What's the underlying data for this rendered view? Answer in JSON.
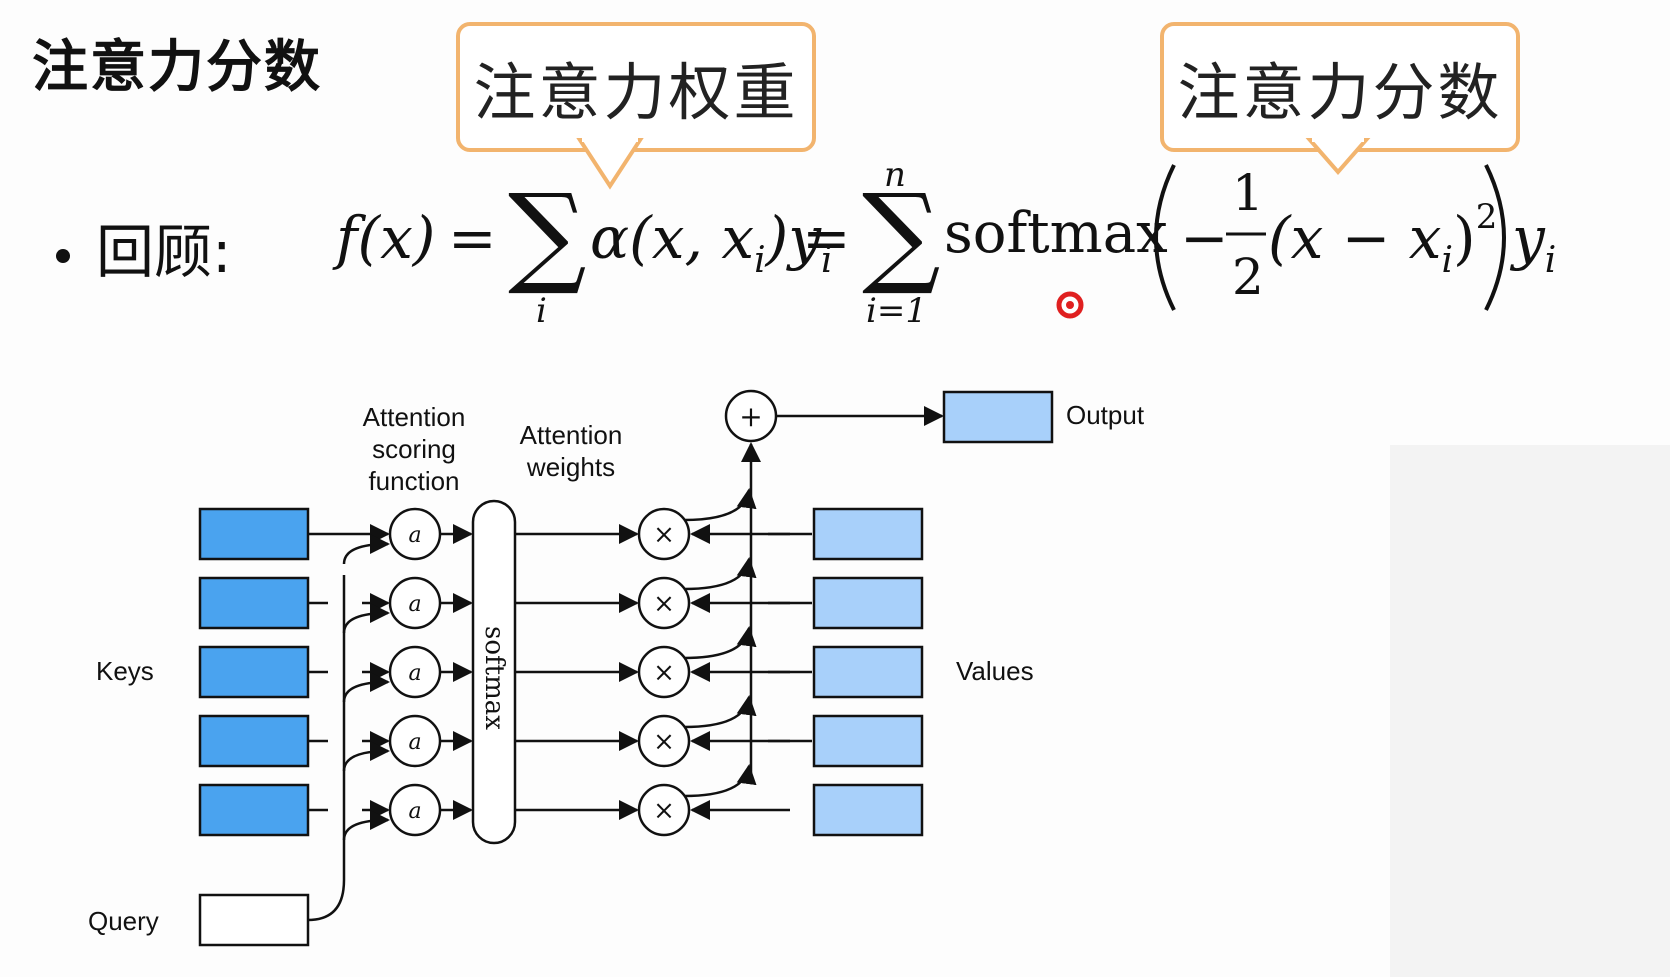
{
  "slide": {
    "title": "注意力分数",
    "callout_weights": "注意力权重",
    "callout_scores": "注意力分数",
    "bullet_label": "回顾:"
  },
  "formula": {
    "lhs": "f(x)",
    "eq": "=",
    "sum_sym": "∑",
    "sum1_sub": "i",
    "alpha_term": "α(x, x",
    "alpha_sub": "i",
    "alpha_close": ")y",
    "y_sub": "i",
    "sum2_sup": "n",
    "sum2_sub": "i=1",
    "softmax": "softmax",
    "minus": "−",
    "frac_num": "1",
    "frac_den": "2",
    "paren_term": "(x − x",
    "paren_sub": "i",
    "paren_close": ")",
    "exp": "2",
    "y_final": "y",
    "y_final_sub": "i"
  },
  "diagram": {
    "label_scoring": [
      "Attention",
      "scoring",
      "function"
    ],
    "label_weights": [
      "Attention",
      "weights"
    ],
    "label_keys": "Keys",
    "label_values": "Values",
    "label_query": "Query",
    "label_output": "Output",
    "label_softmax": "softmax",
    "score_op": "a",
    "mult_op": "×",
    "sum_op": "+",
    "colors": {
      "key_fill": "#4aa3ef",
      "value_fill": "#a8d0fa",
      "query_fill": "#ffffff",
      "stroke": "#111111"
    }
  }
}
